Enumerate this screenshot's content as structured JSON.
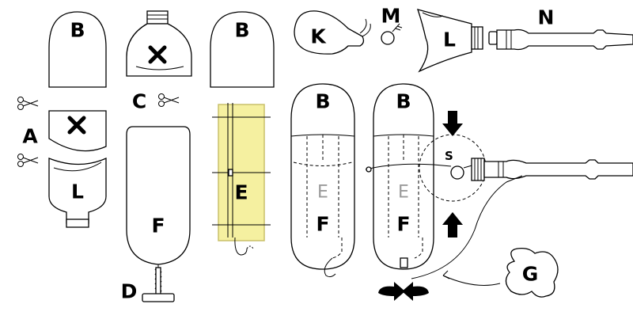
{
  "diagram": {
    "labels": {
      "A": "A",
      "B": "B",
      "C": "C",
      "D": "D",
      "E": "E",
      "F": "F",
      "G": "G",
      "K": "K",
      "L": "L",
      "M": "M",
      "N": "N",
      "S": "S"
    },
    "colors": {
      "panel_fill": "#f5f0a0",
      "panel_stroke": "#c9c06a",
      "ink": "#000000",
      "faint_label": "#9a9a9a"
    },
    "icons": [
      "scissors-icon",
      "cross-icon",
      "arrow-down-icon",
      "arrow-up-icon",
      "rotate-arrows-icon"
    ]
  }
}
